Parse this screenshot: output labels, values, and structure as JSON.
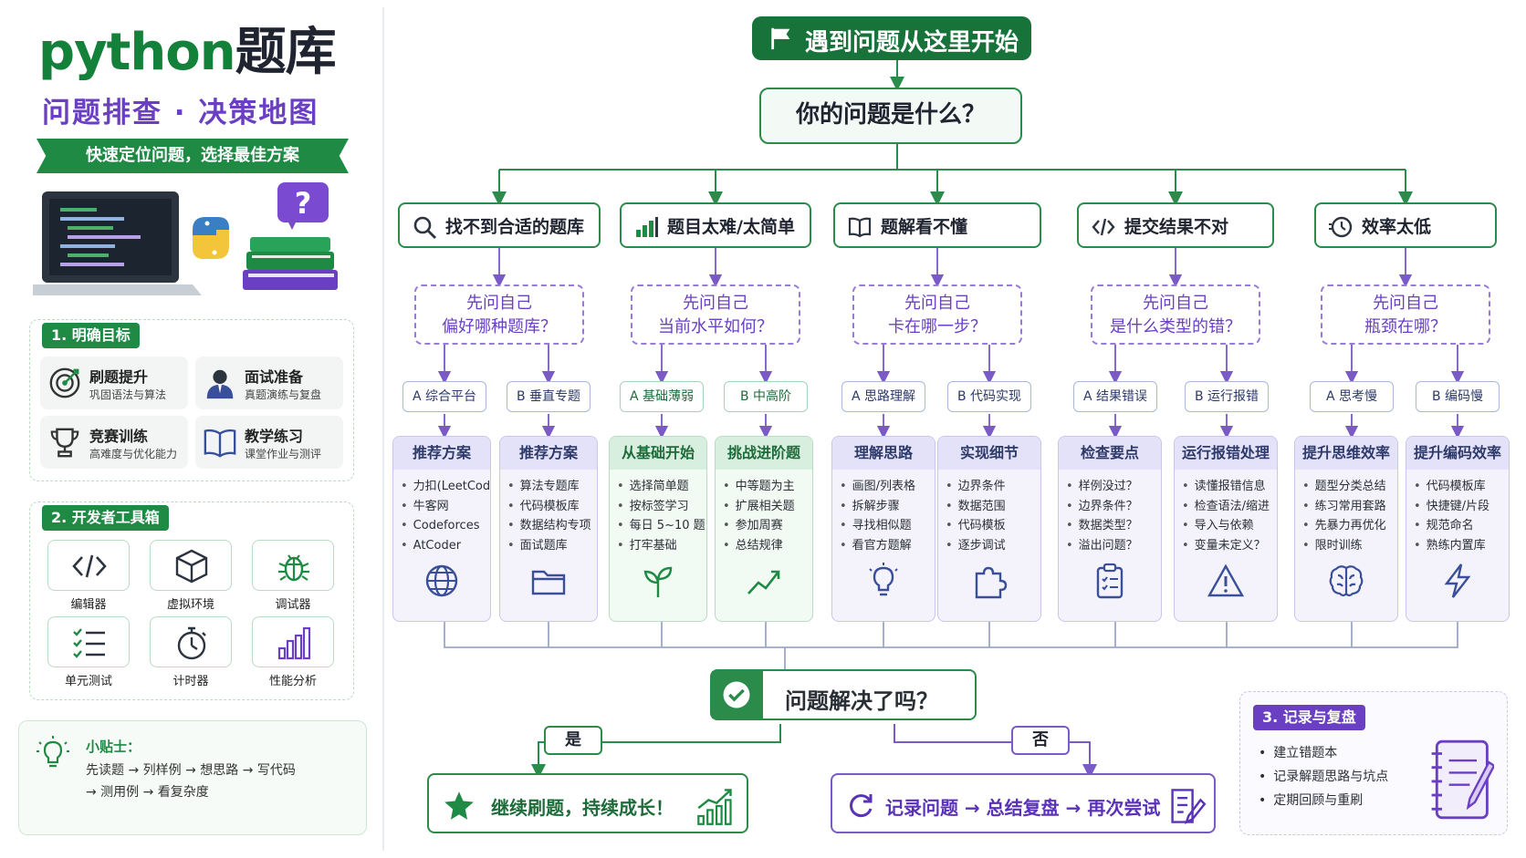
{
  "sidebar": {
    "title_en": "python",
    "title_cn": "题库",
    "subtitle": "问题排查 · 决策地图",
    "ribbon": "快速定位问题，选择最佳方案",
    "goals_tag": "1. 明确目标",
    "goals": [
      {
        "icon": "target-icon",
        "title": "刷题提升",
        "desc": "巩固语法与算法"
      },
      {
        "icon": "person-icon",
        "title": "面试准备",
        "desc": "真题演练与复盘"
      },
      {
        "icon": "trophy-icon",
        "title": "竞赛训练",
        "desc": "高难度与优化能力"
      },
      {
        "icon": "book-icon",
        "title": "教学练习",
        "desc": "课堂作业与测评"
      }
    ],
    "tools_tag": "2. 开发者工具箱",
    "tools": [
      {
        "icon": "code-icon",
        "label": "编辑器"
      },
      {
        "icon": "cube-icon",
        "label": "虚拟环境"
      },
      {
        "icon": "bug-icon",
        "label": "调试器"
      },
      {
        "icon": "checklist-icon",
        "label": "单元测试"
      },
      {
        "icon": "stopwatch-icon",
        "label": "计时器"
      },
      {
        "icon": "bar-chart-icon",
        "label": "性能分析"
      }
    ],
    "tips_title": "小贴士：",
    "tips_line1": "先读题 → 列样例 → 想思路 → 写代码",
    "tips_line2": "→ 测用例 → 看复杂度"
  },
  "flow": {
    "start": "遇到问题从这里开始",
    "question": "你的问题是什么？",
    "categories": [
      {
        "icon": "search-icon",
        "label": "找不到合适的题库",
        "ask1": "先问自己",
        "ask2": "偏好哪种题库？",
        "options": [
          "A 综合平台",
          "B 垂直专题"
        ],
        "cards": [
          {
            "title": "推荐方案",
            "items": [
              "力扣(LeetCode)",
              "牛客网",
              "Codeforces",
              "AtCoder"
            ],
            "icon": "globe-icon"
          },
          {
            "title": "推荐方案",
            "items": [
              "算法专题库",
              "代码模板库",
              "数据结构专项",
              "面试题库"
            ],
            "icon": "folder-icon"
          }
        ]
      },
      {
        "icon": "signal-icon",
        "label": "题目太难/太简单",
        "ask1": "先问自己",
        "ask2": "当前水平如何？",
        "options": [
          "A 基础薄弱",
          "B 中高阶"
        ],
        "cards": [
          {
            "title": "从基础开始",
            "items": [
              "选择简单题",
              "按标签学习",
              "每日 5~10 题",
              "打牢基础"
            ],
            "icon": "sprout-icon"
          },
          {
            "title": "挑战进阶题",
            "items": [
              "中等题为主",
              "扩展相关题",
              "参加周赛",
              "总结规律"
            ],
            "icon": "trend-icon"
          }
        ]
      },
      {
        "icon": "open-book-icon",
        "label": "题解看不懂",
        "ask1": "先问自己",
        "ask2": "卡在哪一步？",
        "options": [
          "A 思路理解",
          "B 代码实现"
        ],
        "cards": [
          {
            "title": "理解思路",
            "items": [
              "画图/列表格",
              "拆解步骤",
              "寻找相似题",
              "看官方题解"
            ],
            "icon": "bulb-icon"
          },
          {
            "title": "实现细节",
            "items": [
              "边界条件",
              "数据范围",
              "代码模板",
              "逐步调试"
            ],
            "icon": "puzzle-icon"
          }
        ]
      },
      {
        "icon": "code-icon",
        "label": "提交结果不对",
        "ask1": "先问自己",
        "ask2": "是什么类型的错？",
        "options": [
          "A 结果错误",
          "B 运行报错"
        ],
        "cards": [
          {
            "title": "检查要点",
            "items": [
              "样例没过？",
              "边界条件？",
              "数据类型？",
              "溢出问题？"
            ],
            "icon": "clipboard-icon"
          },
          {
            "title": "运行报错处理",
            "items": [
              "读懂报错信息",
              "检查语法/缩进",
              "导入与依赖",
              "变量未定义？"
            ],
            "icon": "warning-icon"
          }
        ]
      },
      {
        "icon": "speed-clock-icon",
        "label": "效率太低",
        "ask1": "先问自己",
        "ask2": "瓶颈在哪？",
        "options": [
          "A 思考慢",
          "B 编码慢"
        ],
        "cards": [
          {
            "title": "提升思维效率",
            "items": [
              "题型分类总结",
              "练习常用套路",
              "先暴力再优化",
              "限时训练"
            ],
            "icon": "brain-icon"
          },
          {
            "title": "提升编码效率",
            "items": [
              "代码模板库",
              "快捷键/片段",
              "规范命名",
              "熟练内置库"
            ],
            "icon": "lightning-icon"
          }
        ]
      }
    ],
    "solved": "问题解决了吗？",
    "yes": "是",
    "no": "否",
    "yes_result": "继续刷题，持续成长！",
    "no_result": "记录问题 → 总结复盘 → 再次尝试"
  },
  "record": {
    "tag": "3. 记录与复盘",
    "items": [
      "建立错题本",
      "记录解题思路与坑点",
      "定期回顾与重刷"
    ]
  },
  "colors": {
    "green": "#1e8a44",
    "purple": "#6a3fc4"
  }
}
